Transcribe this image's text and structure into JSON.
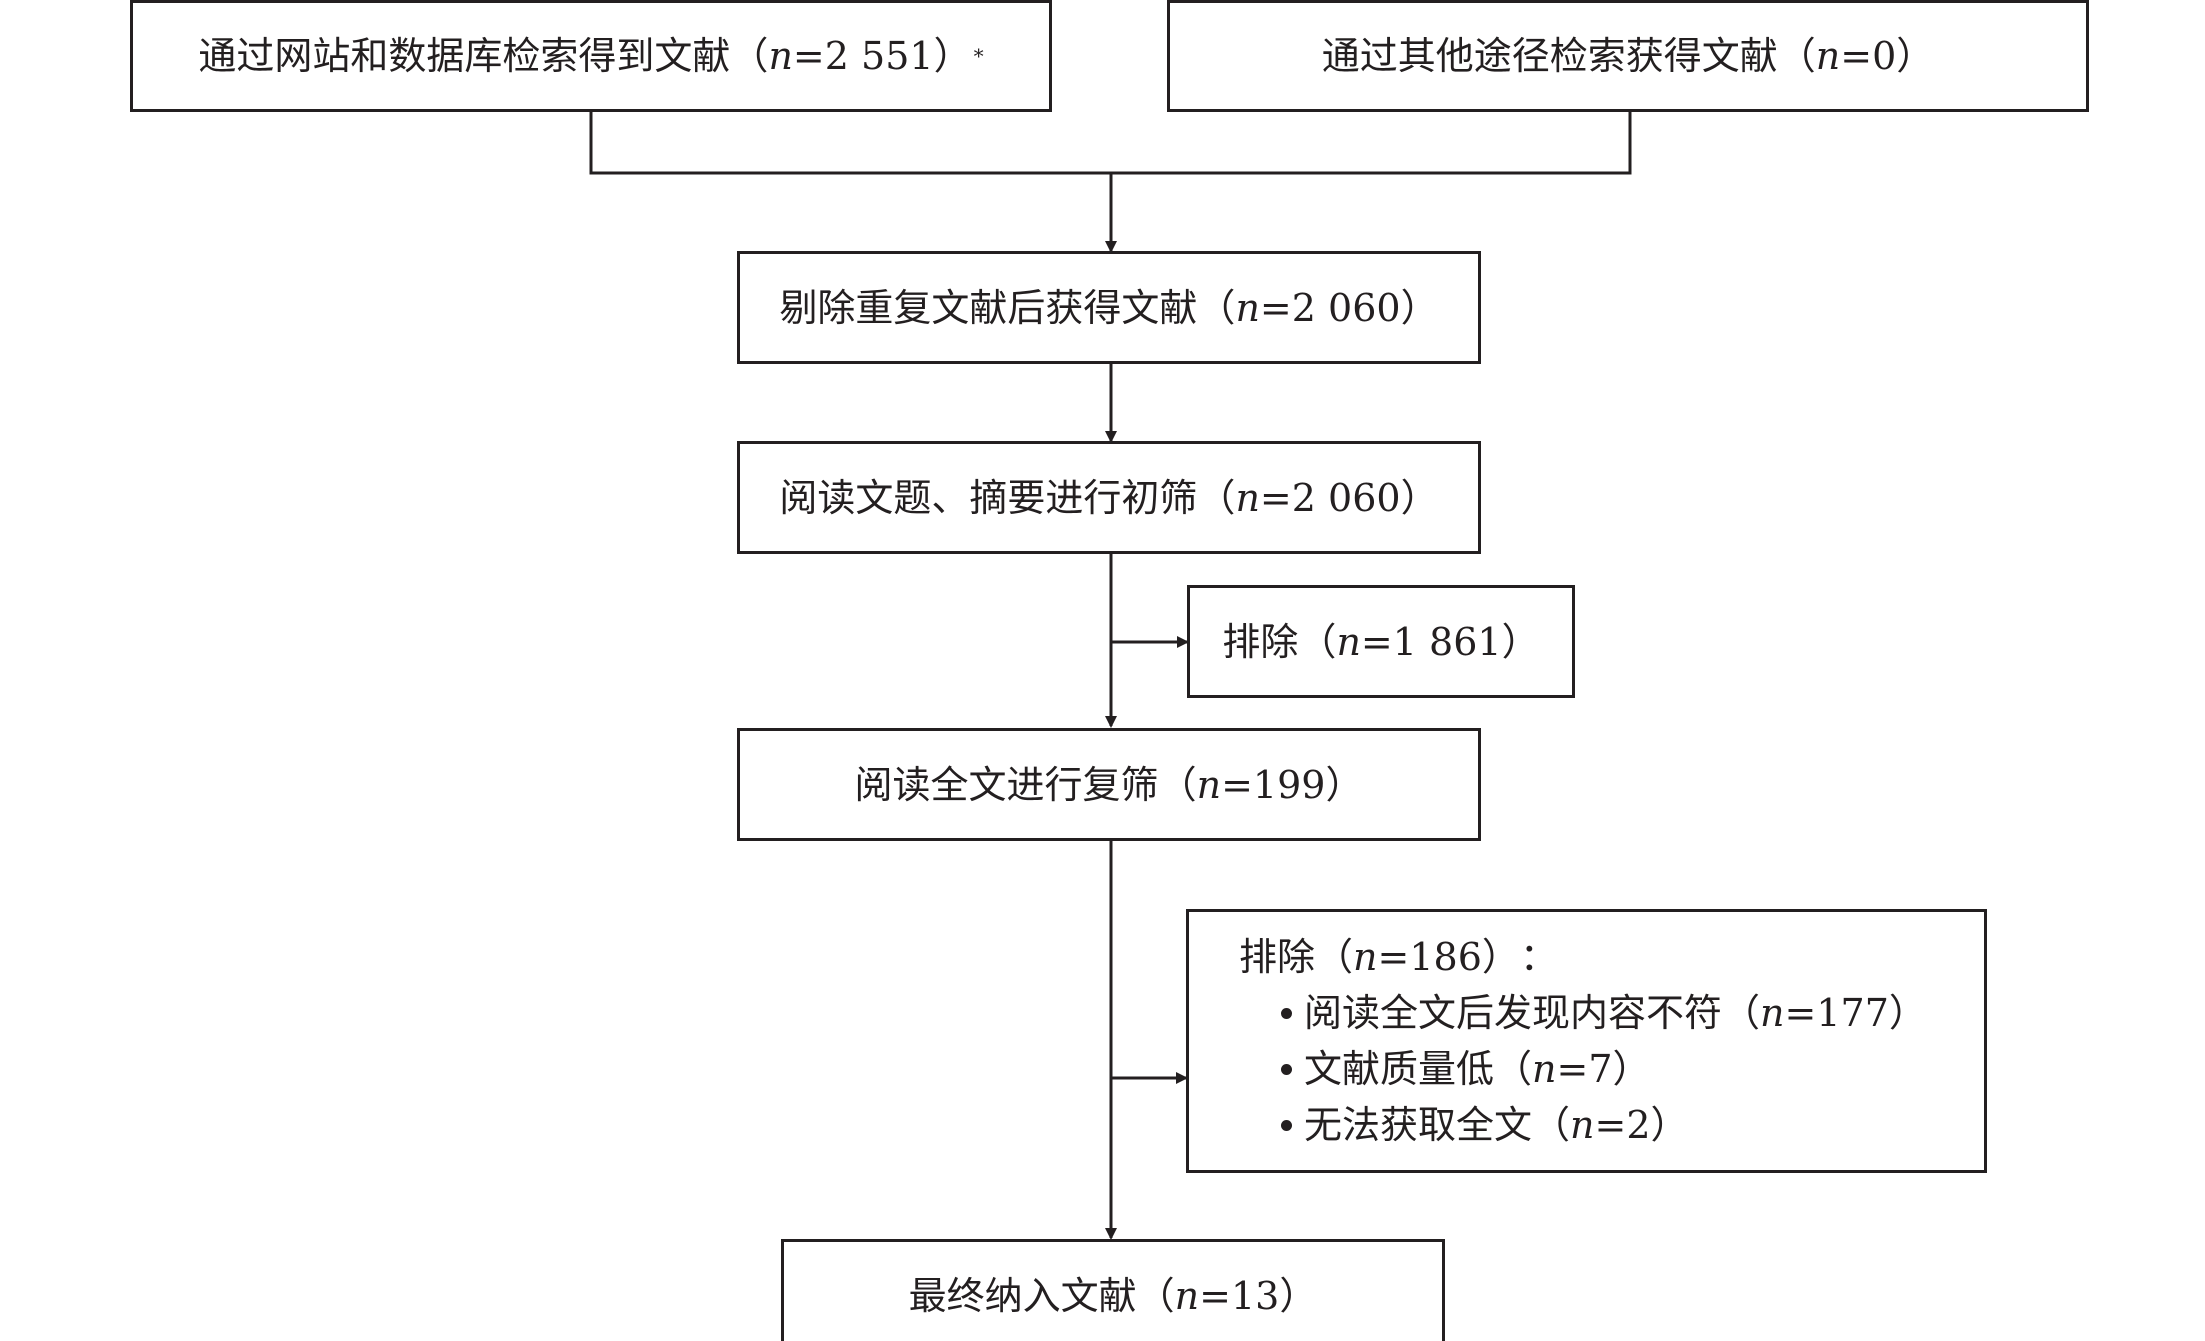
{
  "boxes": {
    "database_search": {
      "text": "通过网站和数据库检索得到文献",
      "n_value": "2 551",
      "footnote": "*"
    },
    "other_sources": {
      "text": "通过其他途径检索获得文献",
      "n_value": "0"
    },
    "after_dedup": {
      "text": "剔除重复文献后获得文献",
      "n_value": "2 060"
    },
    "title_abstract_screen": {
      "text": "阅读文题、摘要进行初筛",
      "n_value": "2 060"
    },
    "excluded_first": {
      "text": "排除",
      "n_value": "1 861"
    },
    "fulltext_screen": {
      "text": "阅读全文进行复筛",
      "n_value": "199"
    },
    "excluded_second": {
      "text": "排除",
      "n_value": "186",
      "suffix": "：",
      "reasons": [
        {
          "text": "阅读全文后发现内容不符",
          "n_value": "177"
        },
        {
          "text": "文献质量低",
          "n_value": "7"
        },
        {
          "text": "无法获取全文",
          "n_value": "2"
        }
      ]
    },
    "final_included": {
      "text": "最终纳入文献",
      "n_value": "13"
    }
  },
  "common": {
    "open_paren": "（",
    "close_paren": "）",
    "n_symbol": "n",
    "equals": "="
  }
}
